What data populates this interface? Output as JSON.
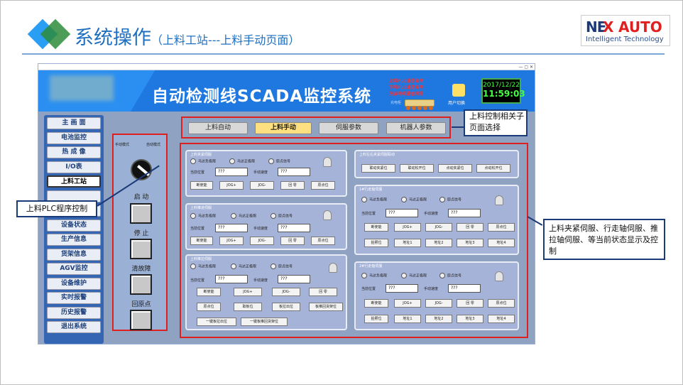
{
  "slide": {
    "title": "系统操作",
    "subtitle": "（上料工站---上料手动页面）",
    "logo_ne": "NE",
    "logo_x": "X",
    "logo_auto": "AUTO",
    "logo_sub": "Intelligent Technology",
    "accent": "#1f6fc0"
  },
  "screen": {
    "window_title": "",
    "system_title": "自动检测线SCADA监控系统",
    "alarms": [
      "上料PLC通信异常",
      "下料PLC通信异常",
      "充放电柜通信异常"
    ],
    "led_label": "充电柜",
    "user_label": "用户切换",
    "clock_date": "2017/12/22",
    "clock_time": "11:59:03",
    "nav": [
      "主 画 面",
      "电池监控",
      "热 成 像",
      "I/O表",
      "上料工站",
      "",
      "",
      "设备状态",
      "生产信息",
      "货架信息",
      "AGV监控",
      "设备维护",
      "实时报警",
      "历史报警",
      "退出系统"
    ],
    "left_panel": {
      "manual_mode": "手动模式",
      "auto_mode": "自动模式",
      "start": "启 动",
      "stop": "停 止",
      "clear_fault": "清故障",
      "home": "回原点"
    },
    "tabs": [
      "上料自动",
      "上料手动",
      "伺服参数",
      "机器人参数"
    ],
    "servo": {
      "neg_limit": "马达负极限",
      "pos_limit": "马达正极限",
      "home_signal": "原点信号",
      "current_pos": "当前位置",
      "manual_speed": "手动速度",
      "value": "???",
      "enable": "断使能",
      "jog_plus": "JOG+",
      "jog_minus": "JOG-",
      "return_zero": "回 零",
      "home_pos": "原点位"
    },
    "boxes": {
      "clamp": {
        "title": "上料夹紧伺服"
      },
      "push": {
        "title": "上料推进伺服"
      },
      "lift": {
        "title": "上料推拉伺服",
        "b1": "取板位",
        "b2": "板拉出位",
        "b3": "板推回货架位",
        "b4": "一键板拉出位",
        "b5": "一键板推回货架位"
      },
      "lr_clamp": {
        "title": "上料左右夹紧伺服联动",
        "b1": "联动夹紧位",
        "b2": "联动松开位",
        "b3": "点动夹紧位",
        "b4": "点动松开位"
      },
      "axis1": {
        "title": "1#行走轴伺服",
        "photo": "拍照位",
        "p1": "地址1",
        "p2": "地址2",
        "p3": "地址3",
        "p4": "地址4"
      },
      "axis2": {
        "title": "2#行走轴伺服",
        "photo": "拍照位",
        "p1": "地址1",
        "p2": "地址2",
        "p3": "地址3",
        "p4": "地址4"
      }
    }
  },
  "callouts": {
    "plc": "上料PLC程序控制",
    "tabs": "上料控制相关子页面选择",
    "main": "上料夹紧伺服、行走轴伺服、推拉轴伺服、等当前状态显示及控制"
  }
}
